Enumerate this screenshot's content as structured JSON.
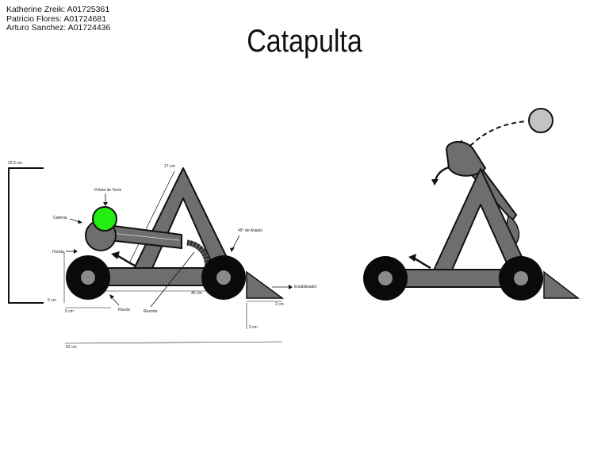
{
  "authors": [
    "Katherine Zreik: A01725361",
    "Patricio Flores: A01724681",
    "Arturo Sanchez: A01724436"
  ],
  "title": "Catapulta",
  "labels": {
    "pelota": "Pelota de Tenis",
    "caneria": "Cañeria",
    "honda": "Honda",
    "rueda": "Rueda",
    "resorte": "Resorte",
    "angulo": "45° de Angulo",
    "estabilizador": "Estabilizador"
  },
  "dimensions": {
    "height_total": "22.5 cm",
    "arm": "17 cm",
    "wheel_height": "5 cm",
    "base": "45 cm",
    "stabilizer_w": "2 cm",
    "stabilizer_h": "3 cm",
    "total_length": "52 cm",
    "small": "5 cm"
  },
  "colors": {
    "frame": "#6e6e6e",
    "wheel": "#0a0a0a",
    "hub": "#8a8a8a",
    "ball_ready": "#22ee11",
    "ball_flying": "#c3c3c3"
  }
}
